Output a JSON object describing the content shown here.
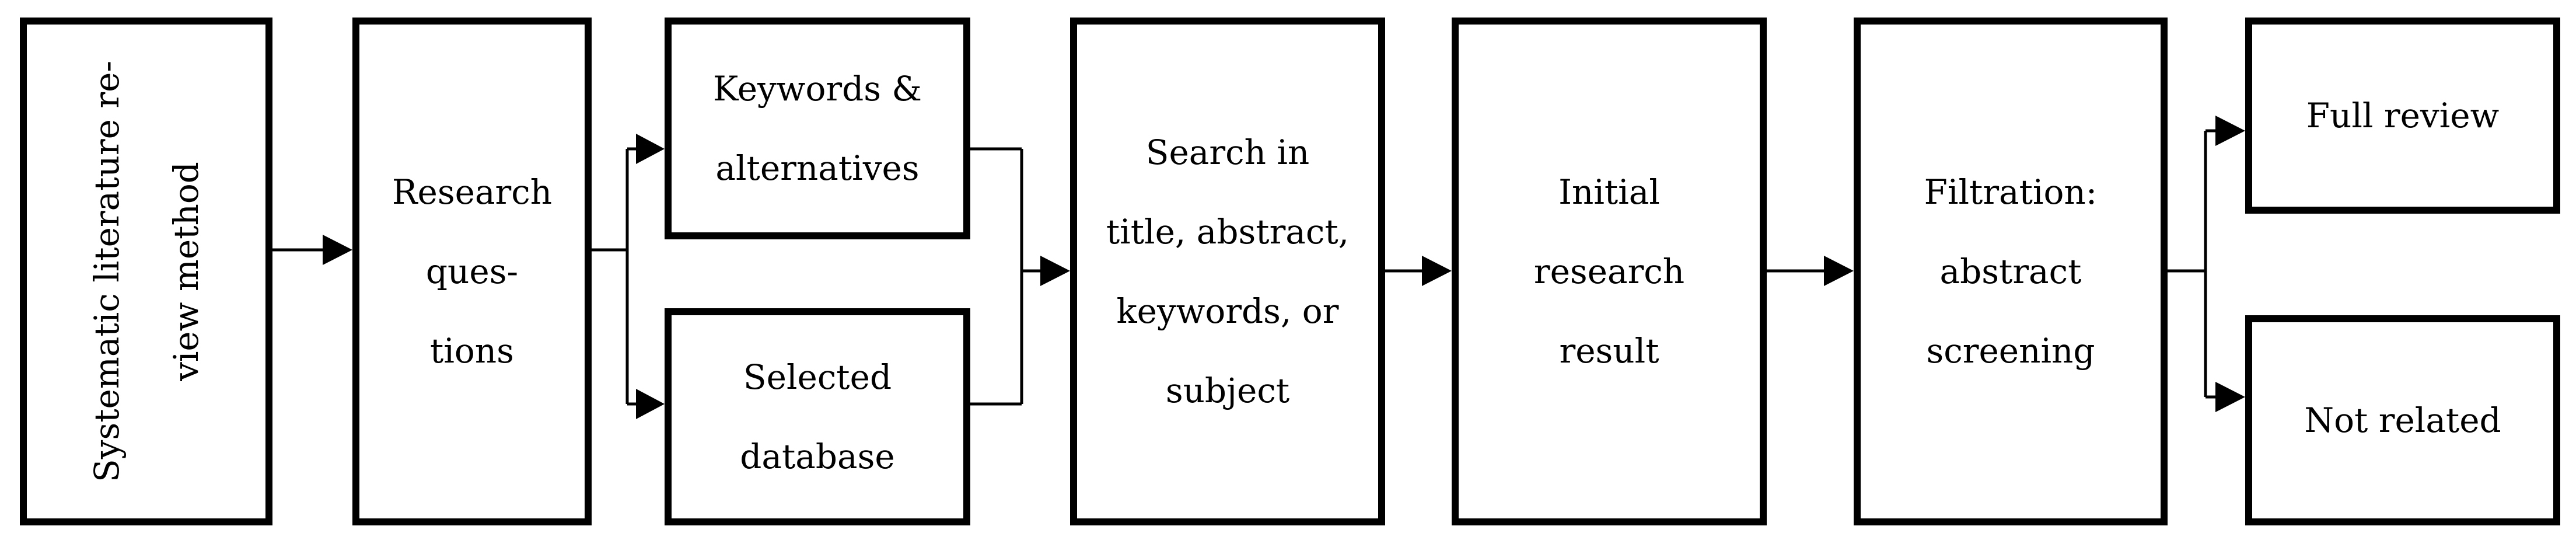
{
  "diagram": {
    "nodes": {
      "method": "Systematic literature re-\nview method",
      "questions": "Research\nques-\ntions",
      "keywords": "Keywords &\nalternatives",
      "database": "Selected\ndatabase",
      "search": "Search in\ntitle, abstract,\nkeywords, or\nsubject",
      "initial": "Initial\nresearch\nresult",
      "filtration": "Filtration:\nabstract\nscreening",
      "full_review": "Full review",
      "not_related": "Not related"
    },
    "edges": [
      [
        "method",
        "questions"
      ],
      [
        "questions",
        "keywords"
      ],
      [
        "questions",
        "database"
      ],
      [
        "keywords",
        "search"
      ],
      [
        "database",
        "search"
      ],
      [
        "search",
        "initial"
      ],
      [
        "initial",
        "filtration"
      ],
      [
        "filtration",
        "full_review"
      ],
      [
        "filtration",
        "not_related"
      ]
    ]
  }
}
